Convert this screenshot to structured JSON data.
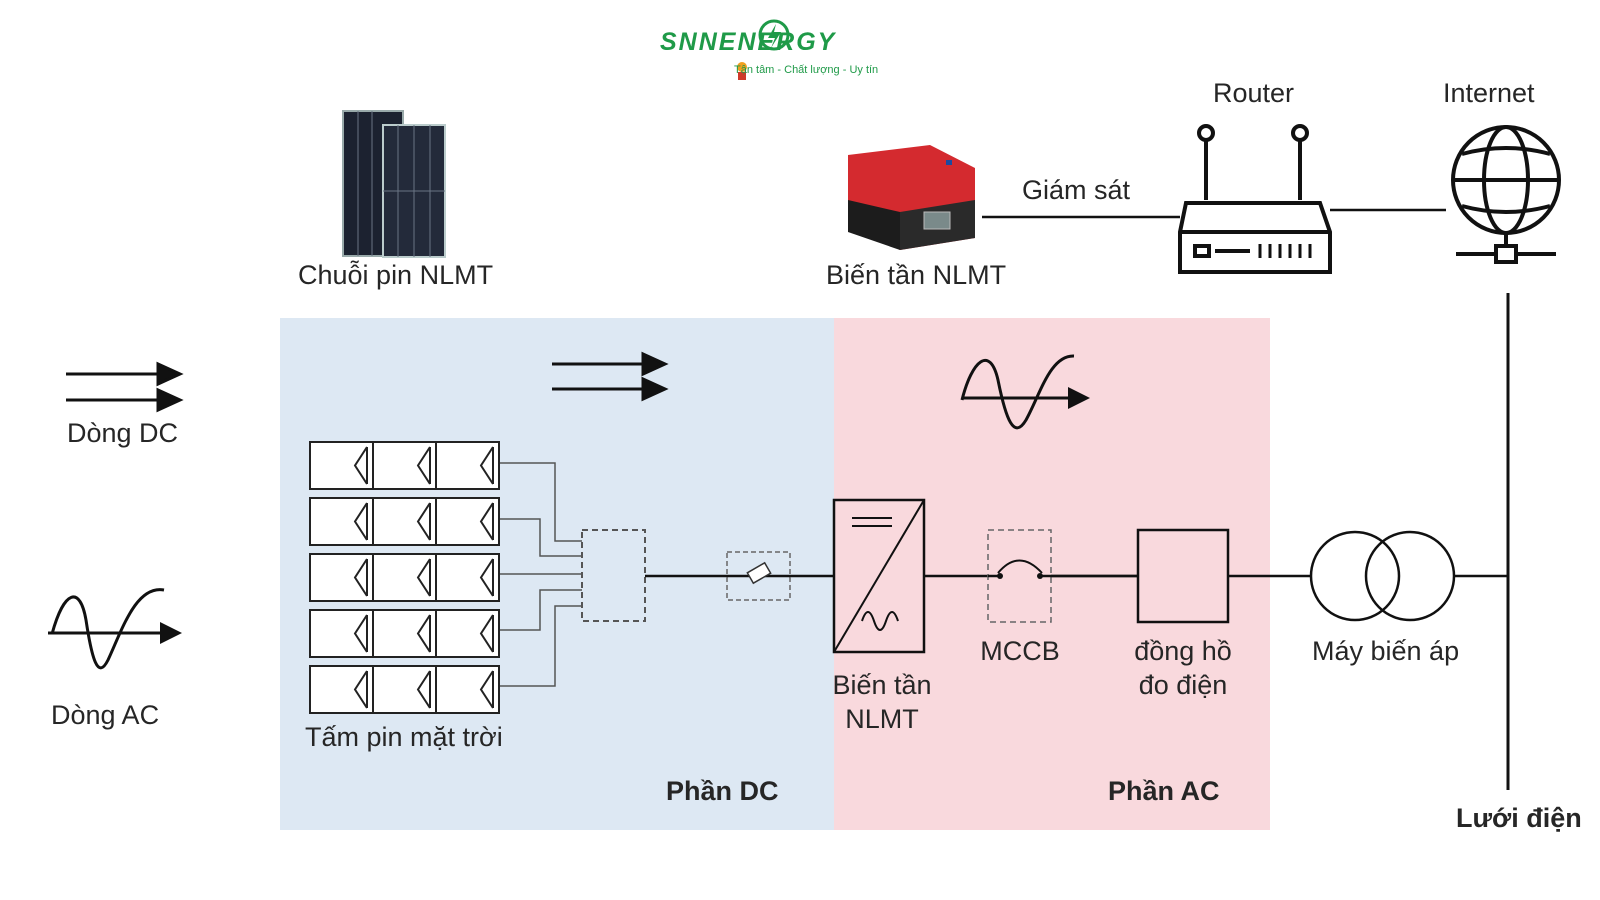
{
  "brand": {
    "name": "SNNENERGY",
    "tagline": "Tận tâm - Chất lượng - Uy tín",
    "colors": {
      "primary": "#1f9a48",
      "accent": "#1b3f8b"
    }
  },
  "top_row": {
    "solar_string_label": "Chuỗi pin NLMT",
    "inverter_label": "Biến tần NLMT",
    "monitoring_label": "Giám sát",
    "router_label": "Router",
    "internet_label": "Internet"
  },
  "legend": {
    "dc_label": "Dòng DC",
    "ac_label": "Dòng AC"
  },
  "zones": {
    "dc_title": "Phần DC",
    "ac_title": "Phần AC",
    "dc_color": "#dde8f3",
    "ac_color": "#f9d9dd"
  },
  "components": {
    "panels_label": "Tấm pin mặt trời",
    "inverter_line1": "Biến tần",
    "inverter_line2": "NLMT",
    "mccb_label": "MCCB",
    "meter_line1": "đồng hồ",
    "meter_line2": "đo điện",
    "transformer_label": "Máy biến áp",
    "grid_label": "Lưới điện"
  },
  "icons": {
    "solar_panel": "solar-panel-icon",
    "inverter": "inverter-device-icon",
    "router": "router-icon",
    "internet": "globe-icon",
    "dc_flow": "double-arrow-icon",
    "ac_flow": "sine-wave-icon",
    "combiner": "combiner-box-icon",
    "fuse": "fuse-icon",
    "breaker": "mccb-icon",
    "meter": "meter-box-icon",
    "transformer": "transformer-icon"
  }
}
